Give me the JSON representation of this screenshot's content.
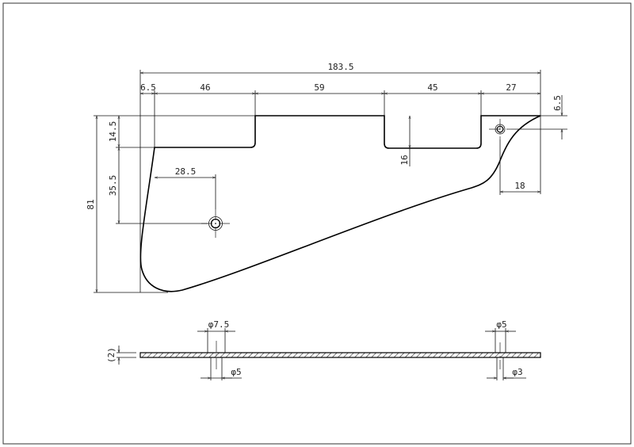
{
  "drawing": {
    "overall_width": "183.5",
    "segments": [
      "6.5",
      "46",
      "59",
      "45",
      "27"
    ],
    "overall_height": "81",
    "left_step_height": "14.5",
    "left_hole_vertical": "35.5",
    "left_hole_horizontal": "28.5",
    "notch_depth": "16",
    "right_hole_vertical": "6.5",
    "right_hole_horizontal": "18"
  },
  "section": {
    "thickness": "(2)",
    "left_counterbore": "φ7.5",
    "left_hole": "φ5",
    "right_counterbore": "φ5",
    "right_hole": "φ3"
  },
  "colors": {
    "line": "#000000",
    "background": "#ffffff"
  }
}
